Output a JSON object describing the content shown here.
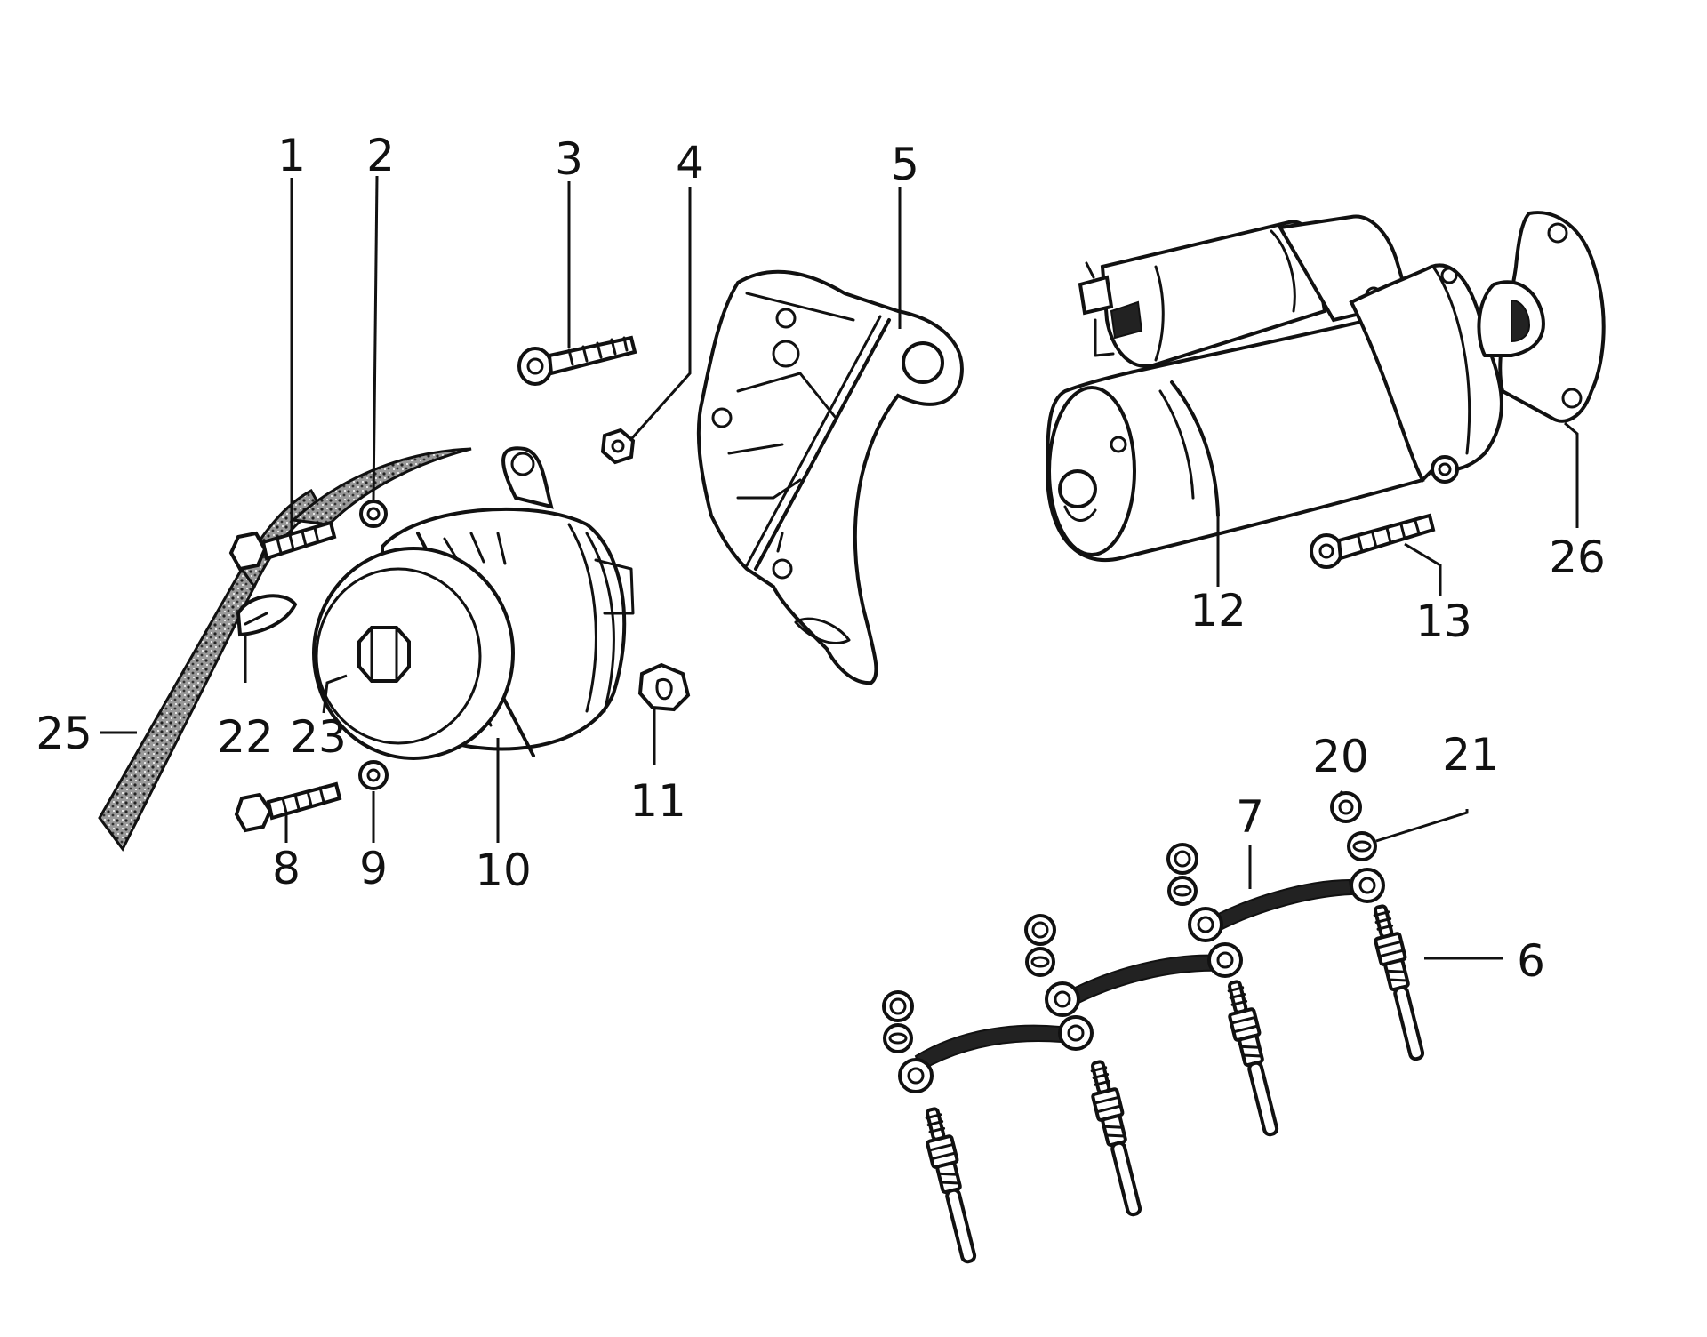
{
  "callouts": [
    {
      "id": "1",
      "label": "1"
    },
    {
      "id": "2",
      "label": "2"
    },
    {
      "id": "3",
      "label": "3"
    },
    {
      "id": "4",
      "label": "4"
    },
    {
      "id": "5",
      "label": "5"
    },
    {
      "id": "6",
      "label": "6"
    },
    {
      "id": "7",
      "label": "7"
    },
    {
      "id": "8",
      "label": "8"
    },
    {
      "id": "9",
      "label": "9"
    },
    {
      "id": "10",
      "label": "10"
    },
    {
      "id": "11",
      "label": "11"
    },
    {
      "id": "12",
      "label": "12"
    },
    {
      "id": "13",
      "label": "13"
    },
    {
      "id": "20",
      "label": "20"
    },
    {
      "id": "21",
      "label": "21"
    },
    {
      "id": "22",
      "label": "22"
    },
    {
      "id": "23",
      "label": "23"
    },
    {
      "id": "25",
      "label": "25"
    },
    {
      "id": "26",
      "label": "26"
    }
  ],
  "colors": {
    "ink": "#111111",
    "paper": "#ffffff"
  }
}
